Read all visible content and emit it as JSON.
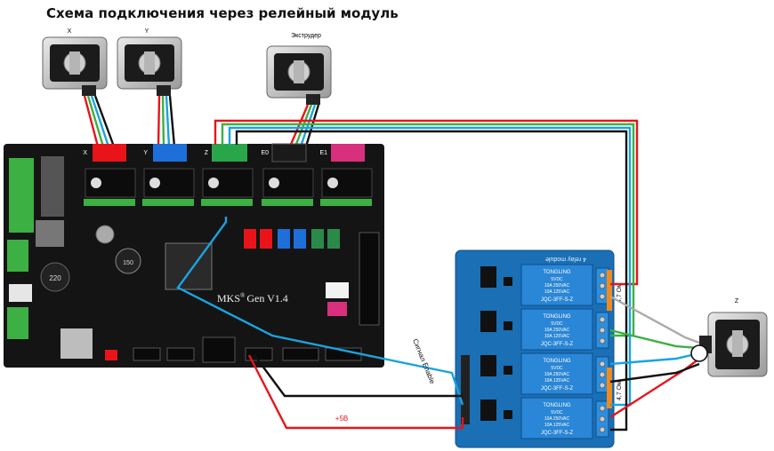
{
  "title": "Схема подключения через релейный модуль",
  "motors": {
    "x": "X",
    "y": "Y",
    "extruder": "Экструдер",
    "z": "Z"
  },
  "board": {
    "name": "MKS",
    "reg": "®",
    "model": "Gen V1.4",
    "connectors": [
      "X",
      "Y",
      "Z",
      "E0",
      "E1"
    ],
    "inductor": "220",
    "chip_marking": "150"
  },
  "wires": {
    "enable_label": "Сигнал Enable",
    "power_label": "+5В"
  },
  "relay": {
    "top_text": "4 relay module",
    "relays": [
      {
        "brand": "TONGLING",
        "spec": "5VDC",
        "rating1": "10A 250VAC",
        "rating2": "10A 125VAC",
        "model": "JQC-3FF-S-Z"
      },
      {
        "brand": "TONGLING",
        "spec": "5VDC",
        "rating1": "10A 250VAC",
        "rating2": "10A 125VAC",
        "model": "JQC-3FF-S-Z"
      },
      {
        "brand": "TONGLING",
        "spec": "5VDC",
        "rating1": "10A 250VAC",
        "rating2": "10A 125VAC",
        "model": "JQC-3FF-S-Z"
      },
      {
        "brand": "TONGLING",
        "spec": "5VDC",
        "rating1": "10A 250VAC",
        "rating2": "10A 125VAC",
        "model": "JQC-3FF-S-Z"
      }
    ],
    "resistor_top": "4,7 Ом",
    "resistor_bottom": "4,7 Ом"
  },
  "colors": {
    "red": "#e8141a",
    "black": "#111111",
    "blue": "#1aa3e0",
    "green": "#3cb043",
    "board": "#141414",
    "relay_board": "#1a6fb5"
  }
}
